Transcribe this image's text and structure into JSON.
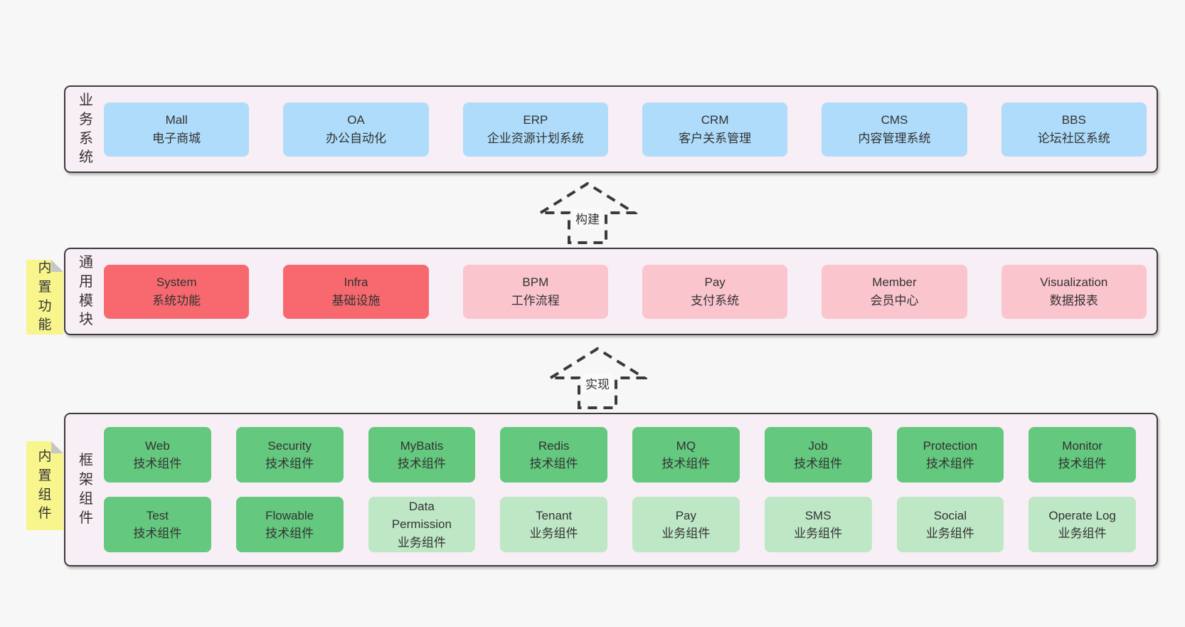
{
  "colors": {
    "background": "#f7f7f7",
    "container_fill": "#f8eef6",
    "container_border": "#3c3c3c",
    "blue_box": "#aedcfa",
    "red_box": "#f7696f",
    "pink_box": "#fbc5ce",
    "green_box": "#64c87e",
    "light_green_box": "#bee7c6",
    "sticky_note": "#f8f58d",
    "text": "#333333"
  },
  "arrows": [
    {
      "label": "构建"
    },
    {
      "label": "实现"
    }
  ],
  "layers": [
    {
      "label": "业务系统",
      "boxes": [
        {
          "title": "Mall",
          "subtitle": "电子商城"
        },
        {
          "title": "OA",
          "subtitle": "办公自动化"
        },
        {
          "title": "ERP",
          "subtitle": "企业资源计划系统"
        },
        {
          "title": "CRM",
          "subtitle": "客户关系管理"
        },
        {
          "title": "CMS",
          "subtitle": "内容管理系统"
        },
        {
          "title": "BBS",
          "subtitle": "论坛社区系统"
        }
      ]
    },
    {
      "label": "通用模块",
      "note": "内置功能",
      "boxes": [
        {
          "title": "System",
          "subtitle": "系统功能"
        },
        {
          "title": "Infra",
          "subtitle": "基础设施"
        },
        {
          "title": "BPM",
          "subtitle": "工作流程"
        },
        {
          "title": "Pay",
          "subtitle": "支付系统"
        },
        {
          "title": "Member",
          "subtitle": "会员中心"
        },
        {
          "title": "Visualization",
          "subtitle": "数据报表"
        }
      ]
    },
    {
      "label": "框架组件",
      "note": "内置组件",
      "rows": [
        [
          {
            "title": "Web",
            "subtitle": "技术组件"
          },
          {
            "title": "Security",
            "subtitle": "技术组件"
          },
          {
            "title": "MyBatis",
            "subtitle": "技术组件"
          },
          {
            "title": "Redis",
            "subtitle": "技术组件"
          },
          {
            "title": "MQ",
            "subtitle": "技术组件"
          },
          {
            "title": "Job",
            "subtitle": "技术组件"
          },
          {
            "title": "Protection",
            "subtitle": "技术组件"
          },
          {
            "title": "Monitor",
            "subtitle": "技术组件"
          }
        ],
        [
          {
            "title": "Test",
            "subtitle": "技术组件"
          },
          {
            "title": "Flowable",
            "subtitle": "技术组件"
          },
          {
            "title": "Data Permission",
            "subtitle": "业务组件"
          },
          {
            "title": "Tenant",
            "subtitle": "业务组件"
          },
          {
            "title": "Pay",
            "subtitle": "业务组件"
          },
          {
            "title": "SMS",
            "subtitle": "业务组件"
          },
          {
            "title": "Social",
            "subtitle": "业务组件"
          },
          {
            "title": "Operate Log",
            "subtitle": "业务组件"
          }
        ]
      ]
    }
  ]
}
